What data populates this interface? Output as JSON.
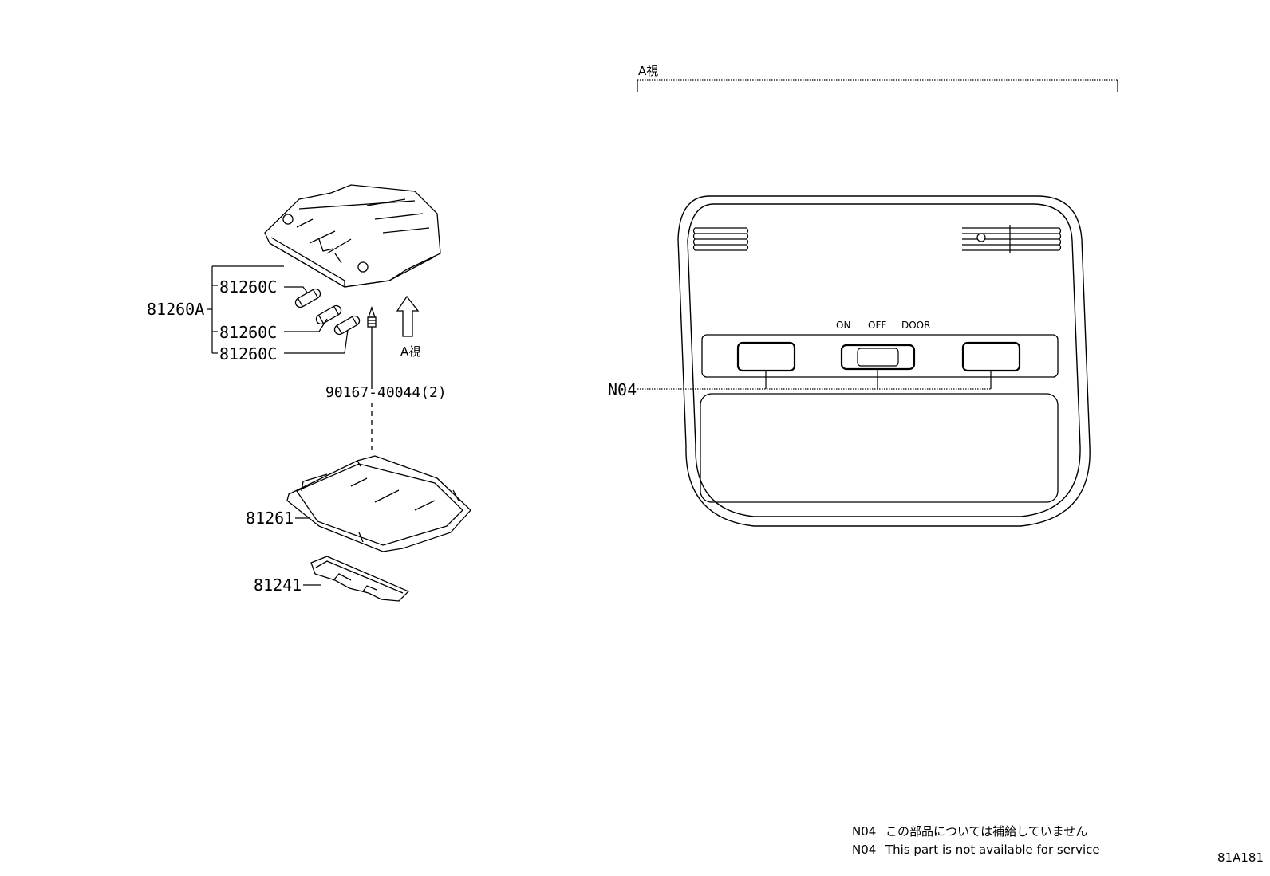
{
  "parts": {
    "lamp_assembly": "81260A",
    "bulb_1": "81260C",
    "bulb_2": "81260C",
    "bulb_3": "81260C",
    "screw": "90167-40044(2)",
    "lens": "81261",
    "cover": "81241"
  },
  "view_label_small": "A視",
  "view_label_top": "A視",
  "switch_labels": {
    "on": "ON",
    "off": "OFF",
    "door": "DOOR"
  },
  "callout_code": "N04",
  "notes": [
    {
      "code": "N04",
      "text": "この部品については補給していません"
    },
    {
      "code": "N04",
      "text": "This part is not available for service"
    }
  ],
  "diagram_code": "81A181"
}
